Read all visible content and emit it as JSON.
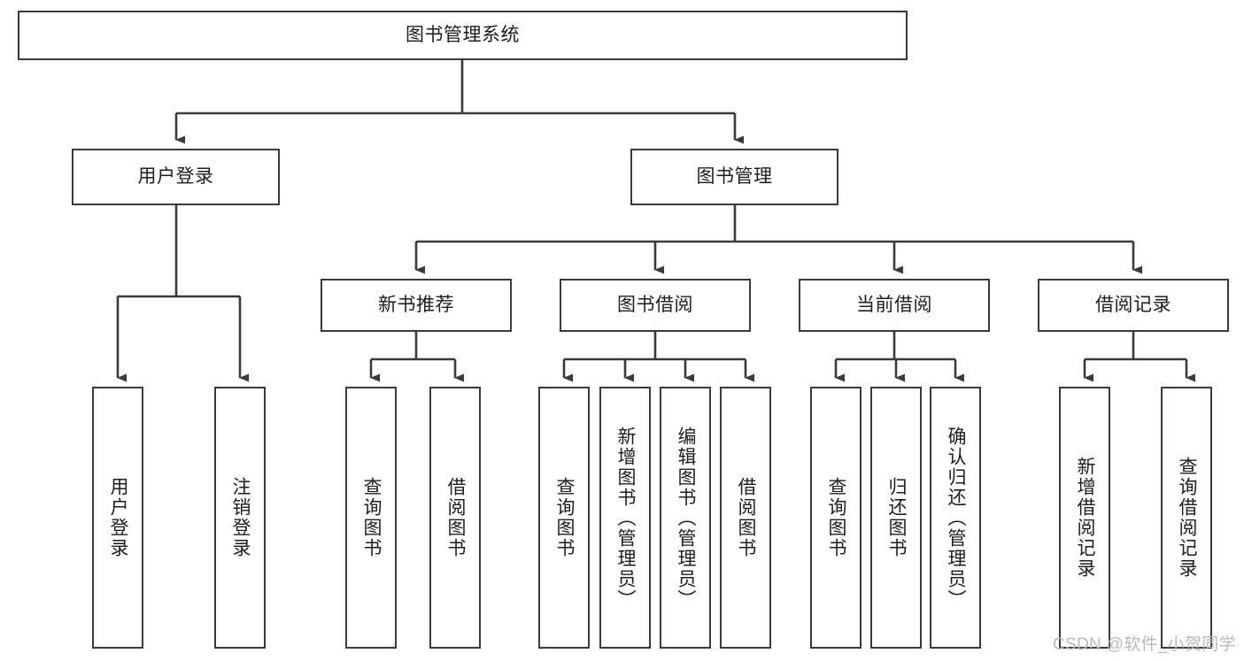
{
  "diagram": {
    "type": "tree-hierarchy",
    "title": "图书管理系统",
    "watermark": "CSDN @软件_小贺同学",
    "colors": {
      "box_border": "#3a3a3a",
      "box_fill": "#ffffff",
      "connector": "#3a3a3a",
      "text": "#1d1d1d",
      "watermark": "#b9b9b9",
      "background": "#ffffff"
    },
    "root": {
      "label": "图书管理系统"
    },
    "level2": [
      {
        "label": "用户登录"
      },
      {
        "label": "图书管理"
      }
    ],
    "level3": [
      {
        "label": "新书推荐"
      },
      {
        "label": "图书借阅"
      },
      {
        "label": "当前借阅"
      },
      {
        "label": "借阅记录"
      }
    ],
    "leaves": {
      "user_login": [
        {
          "label": "用户登录"
        },
        {
          "label": "注销登录"
        }
      ],
      "new_book": [
        {
          "label": "查询图书"
        },
        {
          "label": "借阅图书"
        }
      ],
      "book_borrow": [
        {
          "label": "查询图书"
        },
        {
          "label": "新增图书（管理员）"
        },
        {
          "label": "编辑图书（管理员）"
        },
        {
          "label": "借阅图书"
        }
      ],
      "current_borrow": [
        {
          "label": "查询图书"
        },
        {
          "label": "归还图书"
        },
        {
          "label": "确认归还（管理员）"
        }
      ],
      "borrow_record": [
        {
          "label": "新增借阅记录"
        },
        {
          "label": "查询借阅记录"
        }
      ]
    }
  }
}
